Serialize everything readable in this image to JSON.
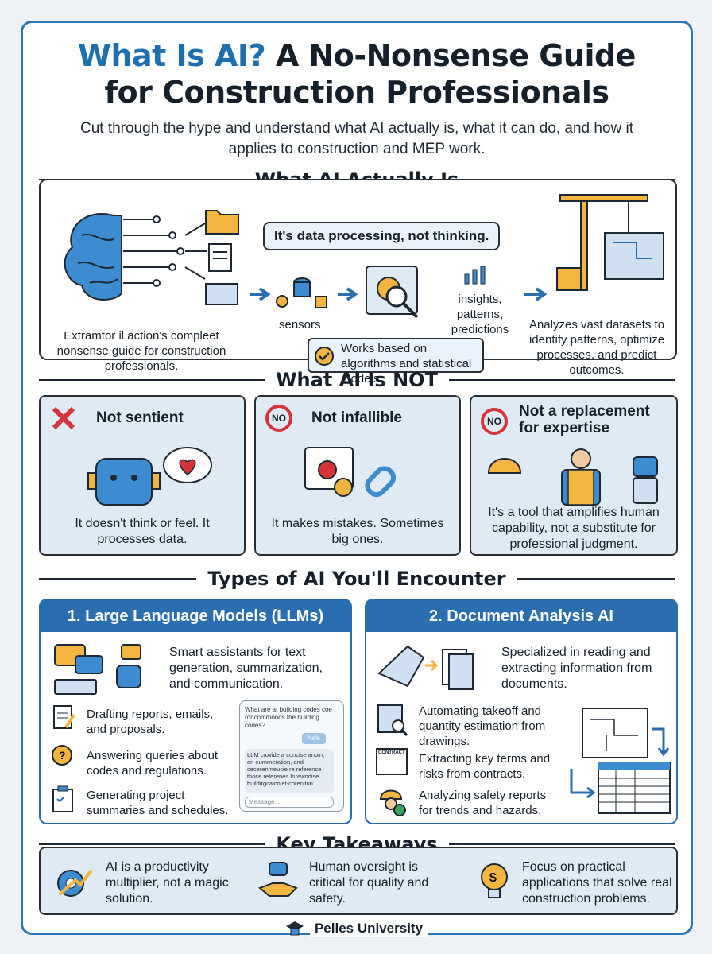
{
  "header": {
    "title_blue": "What Is AI?",
    "title_black_1": " A No-Nonsense Guide",
    "title_black_2": "for Construction Professionals",
    "subtitle": "Cut through the hype and understand what AI actually is, what it can do, and how it applies to construction and MEP work."
  },
  "what_is": {
    "heading": "What AI Actually Is",
    "bubble": "It's data processing, not thinking.",
    "left_caption": "Extramtor il action's compleet nonsense guide for construction professionals.",
    "sensors_label": "sensors",
    "output_label": "insights, patterns, predictions",
    "algorithms_note": "Works based on algorithms and statistical models.",
    "right_caption": "Analyzes vast datasets to identify patterns, optimize processes, and predict outcomes."
  },
  "what_not": {
    "heading": "What AI Is NOT",
    "cards": [
      {
        "title": "Not sentient",
        "text": "It doesn't think or feel. It processes data."
      },
      {
        "title": "Not infallible",
        "badge": "NO",
        "text": "It makes mistakes. Sometimes big ones."
      },
      {
        "title": "Not a replacement for expertise",
        "badge": "NO",
        "text": "It's a tool that amplifies human capability, not a substitute for professional judgment."
      }
    ]
  },
  "types": {
    "heading": "Types of AI You'll Encounter",
    "llm": {
      "title": "1. Large Language Models (LLMs)",
      "intro": "Smart assistants for text generation, summarization, and communication.",
      "items": [
        "Drafting reports, emails, and proposals.",
        "Answering queries about codes and regulations.",
        "Generating project summaries and schedules."
      ],
      "chat": {
        "question": "What are at building codes coe roncommonds the building codes?",
        "reply_tag": "Nels",
        "answer": "LLM crovide a concise anoin, an eummeration, and cecerenmeucie re reference thoce referenes Inrewodise buildirgcaicoiet-corenitun",
        "input_placeholder": "Message..."
      }
    },
    "doc": {
      "title": "2. Document Analysis AI",
      "intro": "Specialized in reading and extracting information from documents.",
      "items": [
        "Automating takeoff and quantity estimation from drawings.",
        "Extracting key terms and risks from contracts.",
        "Analyzing safety reports for trends and hazards."
      ],
      "contract_label": "CONTRACT"
    }
  },
  "takeaways": {
    "heading": "Key Takeaways",
    "items": [
      "AI is a productivity multiplier, not a magic solution.",
      "Human oversight is critical for quality and safety.",
      "Focus on practical applications that solve real construction problems."
    ]
  },
  "footer": {
    "brand": "Pelles University"
  },
  "colors": {
    "accent_blue": "#2a6eb0",
    "title_blue": "#1d6fb0",
    "card_bg": "#dfeaf5",
    "icon_yellow": "#f3b53f",
    "alert_red": "#d6333a"
  }
}
